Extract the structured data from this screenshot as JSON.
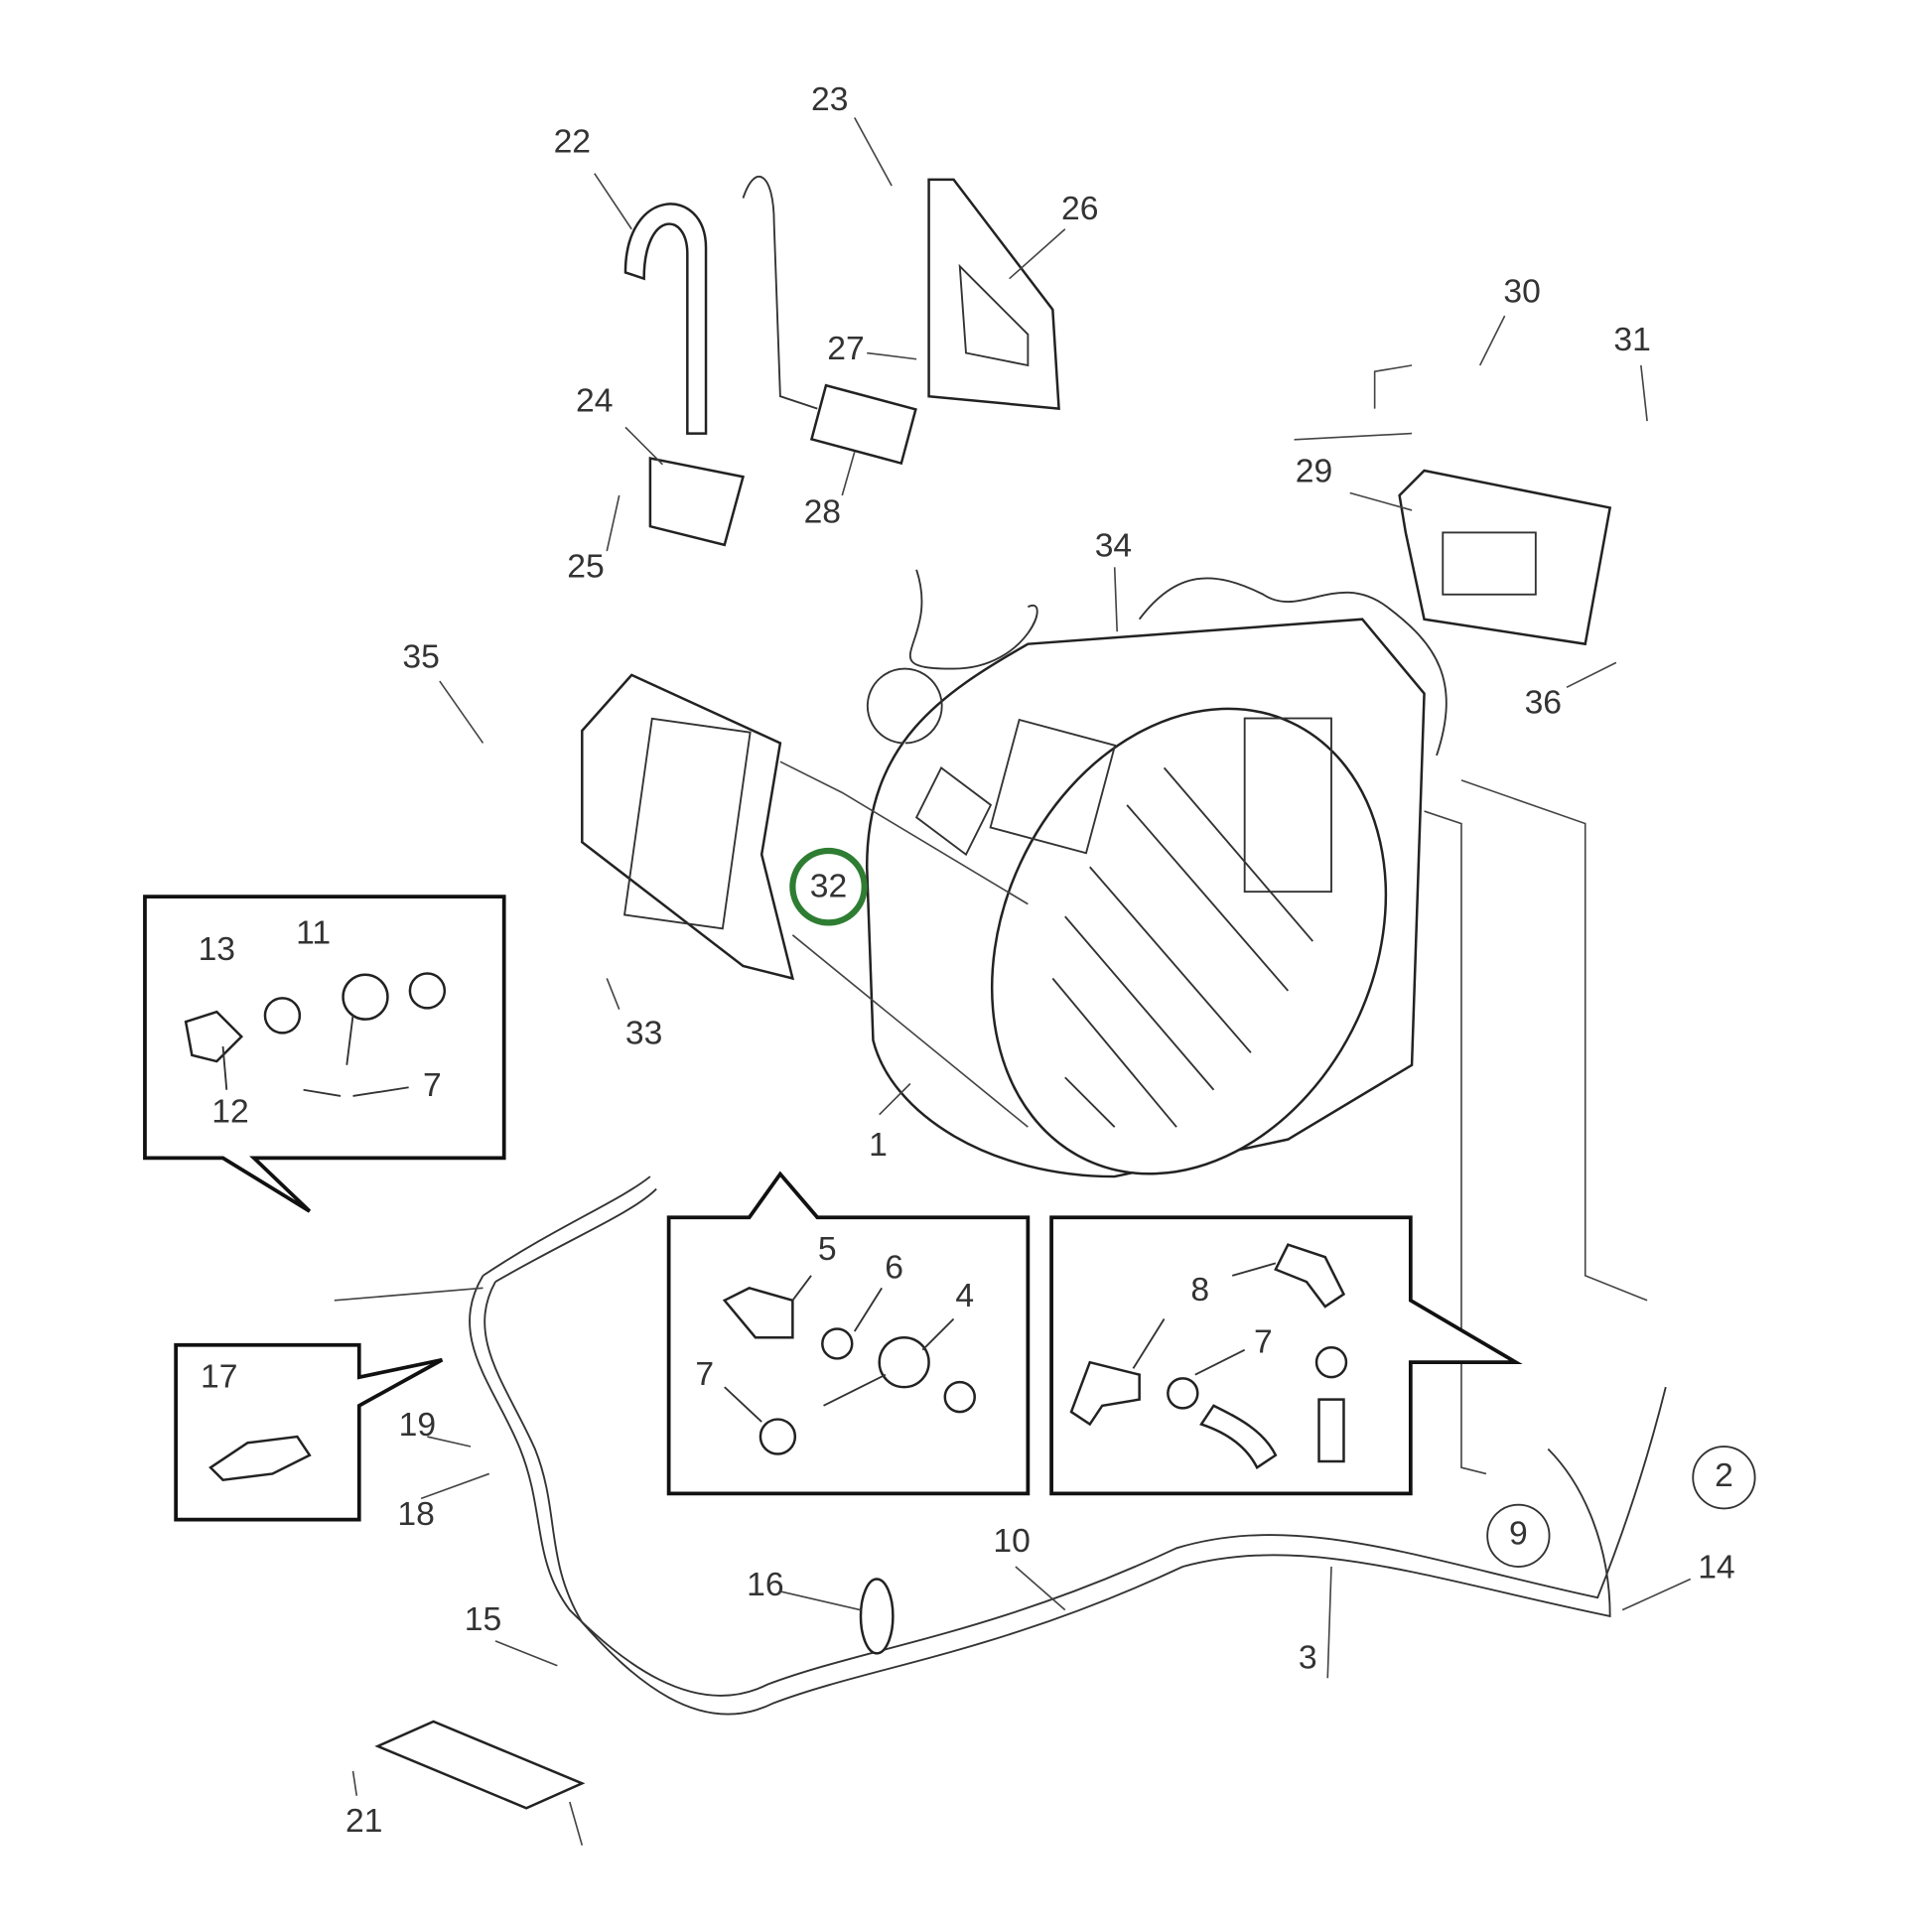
{
  "diagram": {
    "type": "exploded parts diagram",
    "highlight_color": "#2e7d32",
    "highlighted_part": "32",
    "labels": {
      "p1": "1",
      "p2": "2",
      "p3": "3",
      "p4": "4",
      "p5": "5",
      "p6": "6",
      "p7a": "7",
      "p7b": "7",
      "p7c": "7",
      "p8": "8",
      "p9": "9",
      "p10": "10",
      "p11": "11",
      "p12": "12",
      "p13": "13",
      "p14": "14",
      "p15": "15",
      "p16": "16",
      "p17": "17",
      "p18": "18",
      "p19": "19",
      "p21": "21",
      "p22": "22",
      "p23": "23",
      "p24": "24",
      "p25": "25",
      "p26": "26",
      "p27": "27",
      "p28": "28",
      "p29": "29",
      "p30": "30",
      "p31": "31",
      "p32": "32",
      "p33": "33",
      "p34": "34",
      "p35": "35",
      "p36": "36"
    }
  }
}
